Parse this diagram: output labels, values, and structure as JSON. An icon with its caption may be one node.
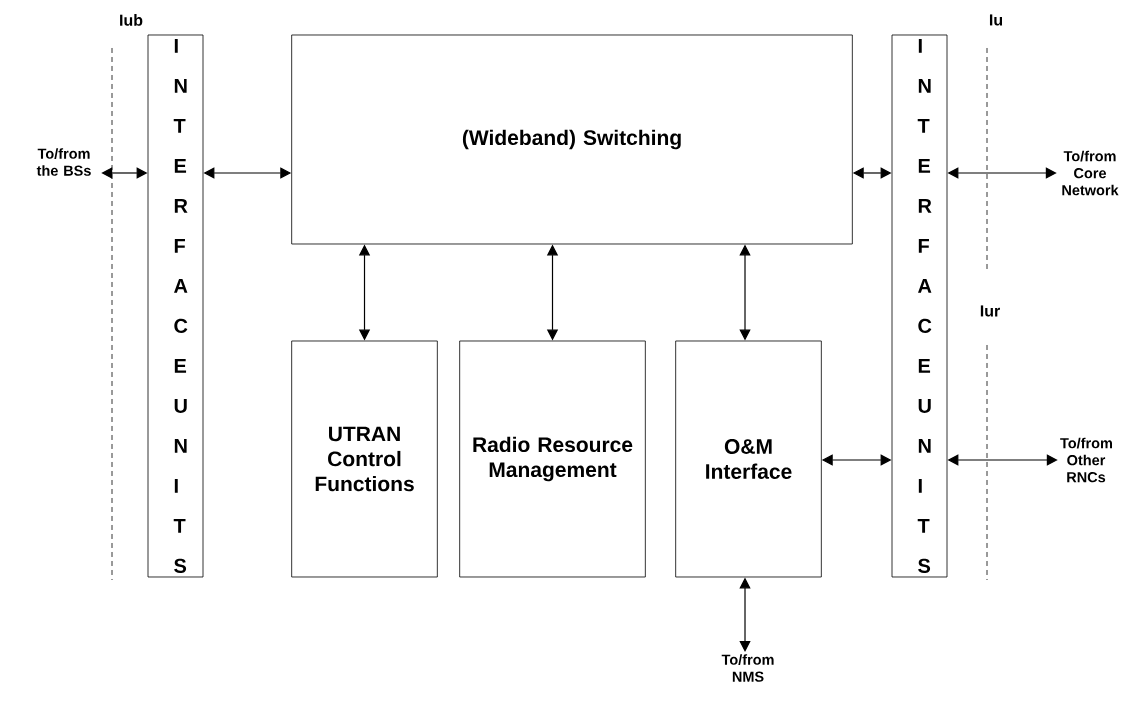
{
  "diagram": {
    "nodes": [
      {
        "text": [
          "I N T E R F A C E U N I T S"
        ]
      },
      {
        "text": [
          "(Wideband) Switching"
        ]
      },
      {
        "text": [
          "UTRAN Control Functions"
        ]
      },
      {
        "text": [
          "Radio Resource Management"
        ]
      },
      {
        "text": [
          "O&M Interface"
        ]
      },
      {
        "text": [
          "I N T E R F A C E U N I T S"
        ]
      },
      {
        "text": [
          "To/from the BSs"
        ]
      },
      {
        "text": [
          "To/from Core Network"
        ]
      },
      {
        "text": [
          "To/from Other RNCs"
        ]
      },
      {
        "text": [
          "To/from NMS"
        ]
      }
    ],
    "edges": [
      {
        "from": 6,
        "to": 0,
        "arrow": "both"
      },
      {
        "from": 0,
        "to": 1,
        "arrow": "both"
      },
      {
        "from": 1,
        "to": 5,
        "arrow": "both"
      },
      {
        "from": 5,
        "to": 7,
        "arrow": "both"
      },
      {
        "from": 1,
        "to": 2,
        "arrow": "both"
      },
      {
        "from": 1,
        "to": 3,
        "arrow": "both"
      },
      {
        "from": 1,
        "to": 4,
        "arrow": "both"
      },
      {
        "from": 4,
        "to": 5,
        "arrow": "both"
      },
      {
        "from": 5,
        "to": 8,
        "arrow": "both"
      },
      {
        "from": 4,
        "to": 9,
        "arrow": "both"
      }
    ],
    "labels": [
      "Iub",
      "Iu",
      "Iur"
    ]
  }
}
